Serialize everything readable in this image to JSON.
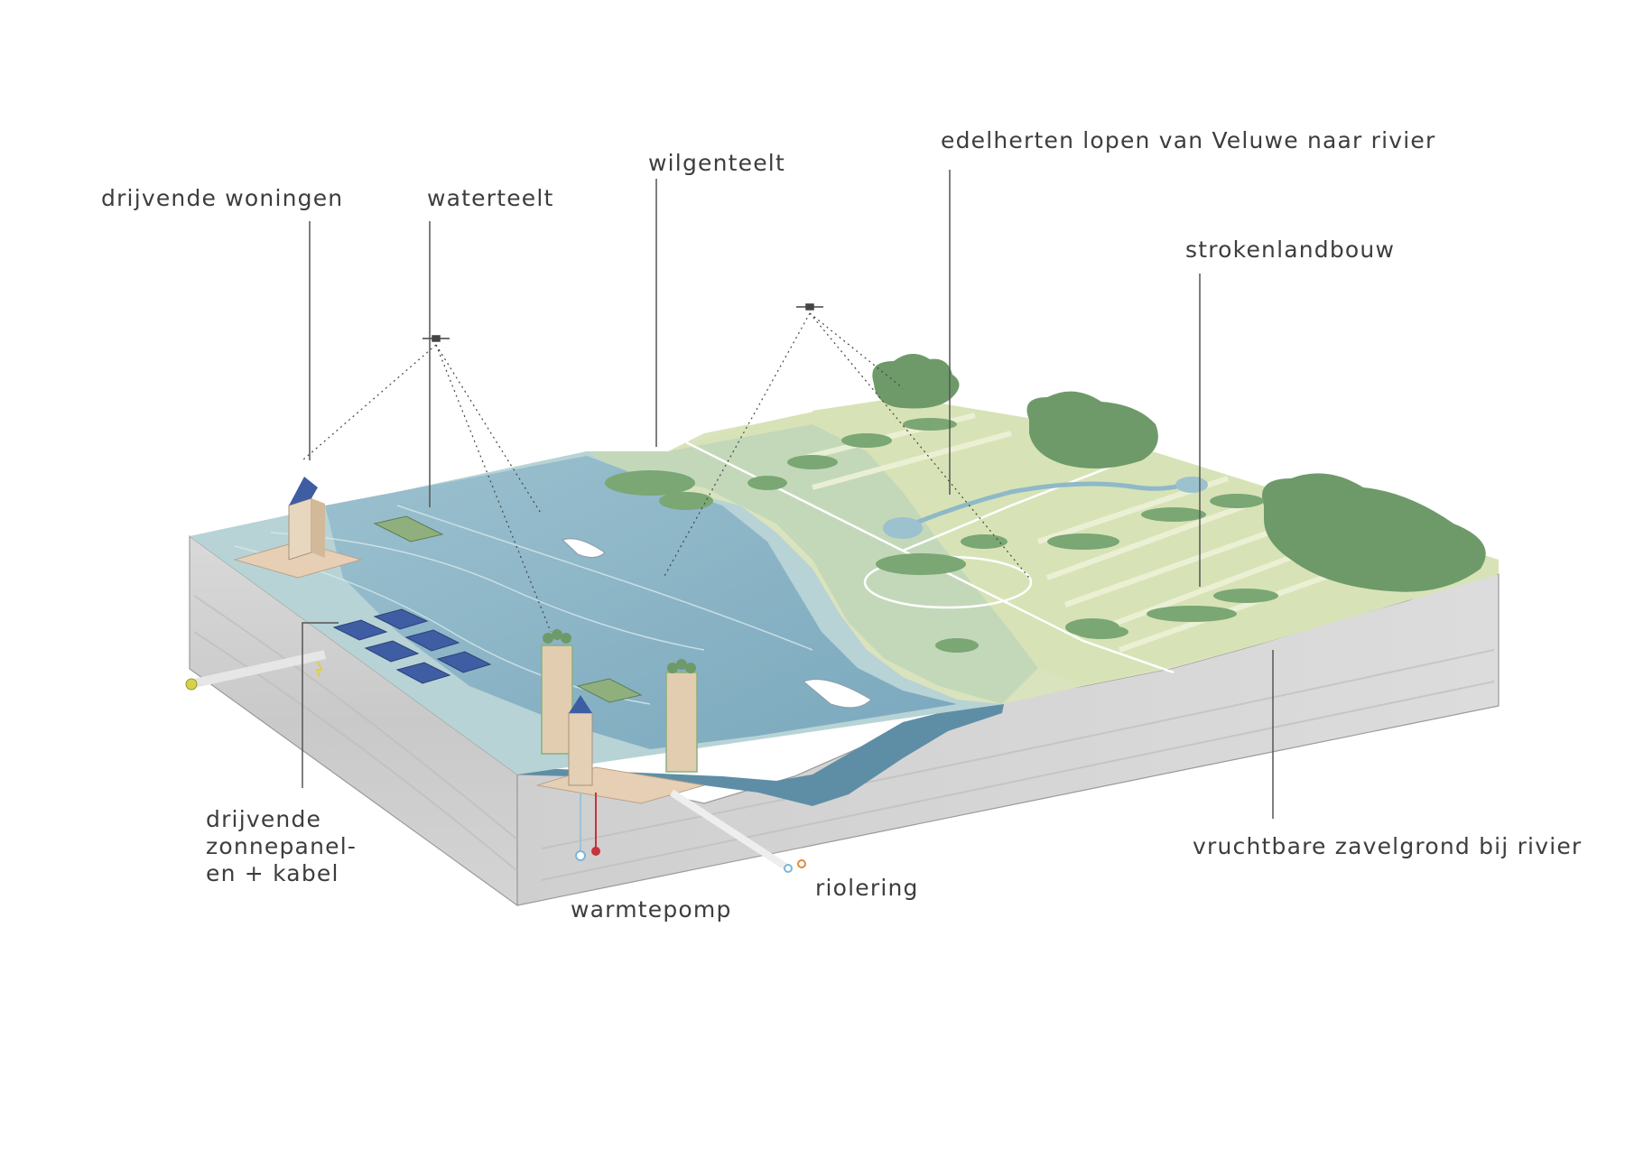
{
  "labels": {
    "drijvende_woningen": "drijvende woningen",
    "waterteelt": "waterteelt",
    "wilgenteelt": "wilgenteelt",
    "edelherten": "edelherten lopen van Veluwe naar rivier",
    "strokenlandbouw": "strokenlandbouw",
    "zonnepanelen": [
      "drijvende",
      "zonnepanel-",
      "en + kabel"
    ],
    "warmtepomp": "warmtepomp",
    "riolering": "riolering",
    "zavelgrond": "vruchtbare zavelgrond bij rivier"
  },
  "colors": {
    "river": "#8db4c4",
    "river_deep": "#6f9db3",
    "shallow": "#b9d6d8",
    "floodplain": "#c9dcc1",
    "fields": "#dde6c3",
    "trees": "#6e9a6a",
    "soil_side": "#cfcfcf",
    "platform": "#e6cfb4",
    "solar": "#3f5da3",
    "cable_yellow": "#d8d24a",
    "pipe_red": "#c8323a",
    "pipe_blue": "#7cb6d4"
  }
}
